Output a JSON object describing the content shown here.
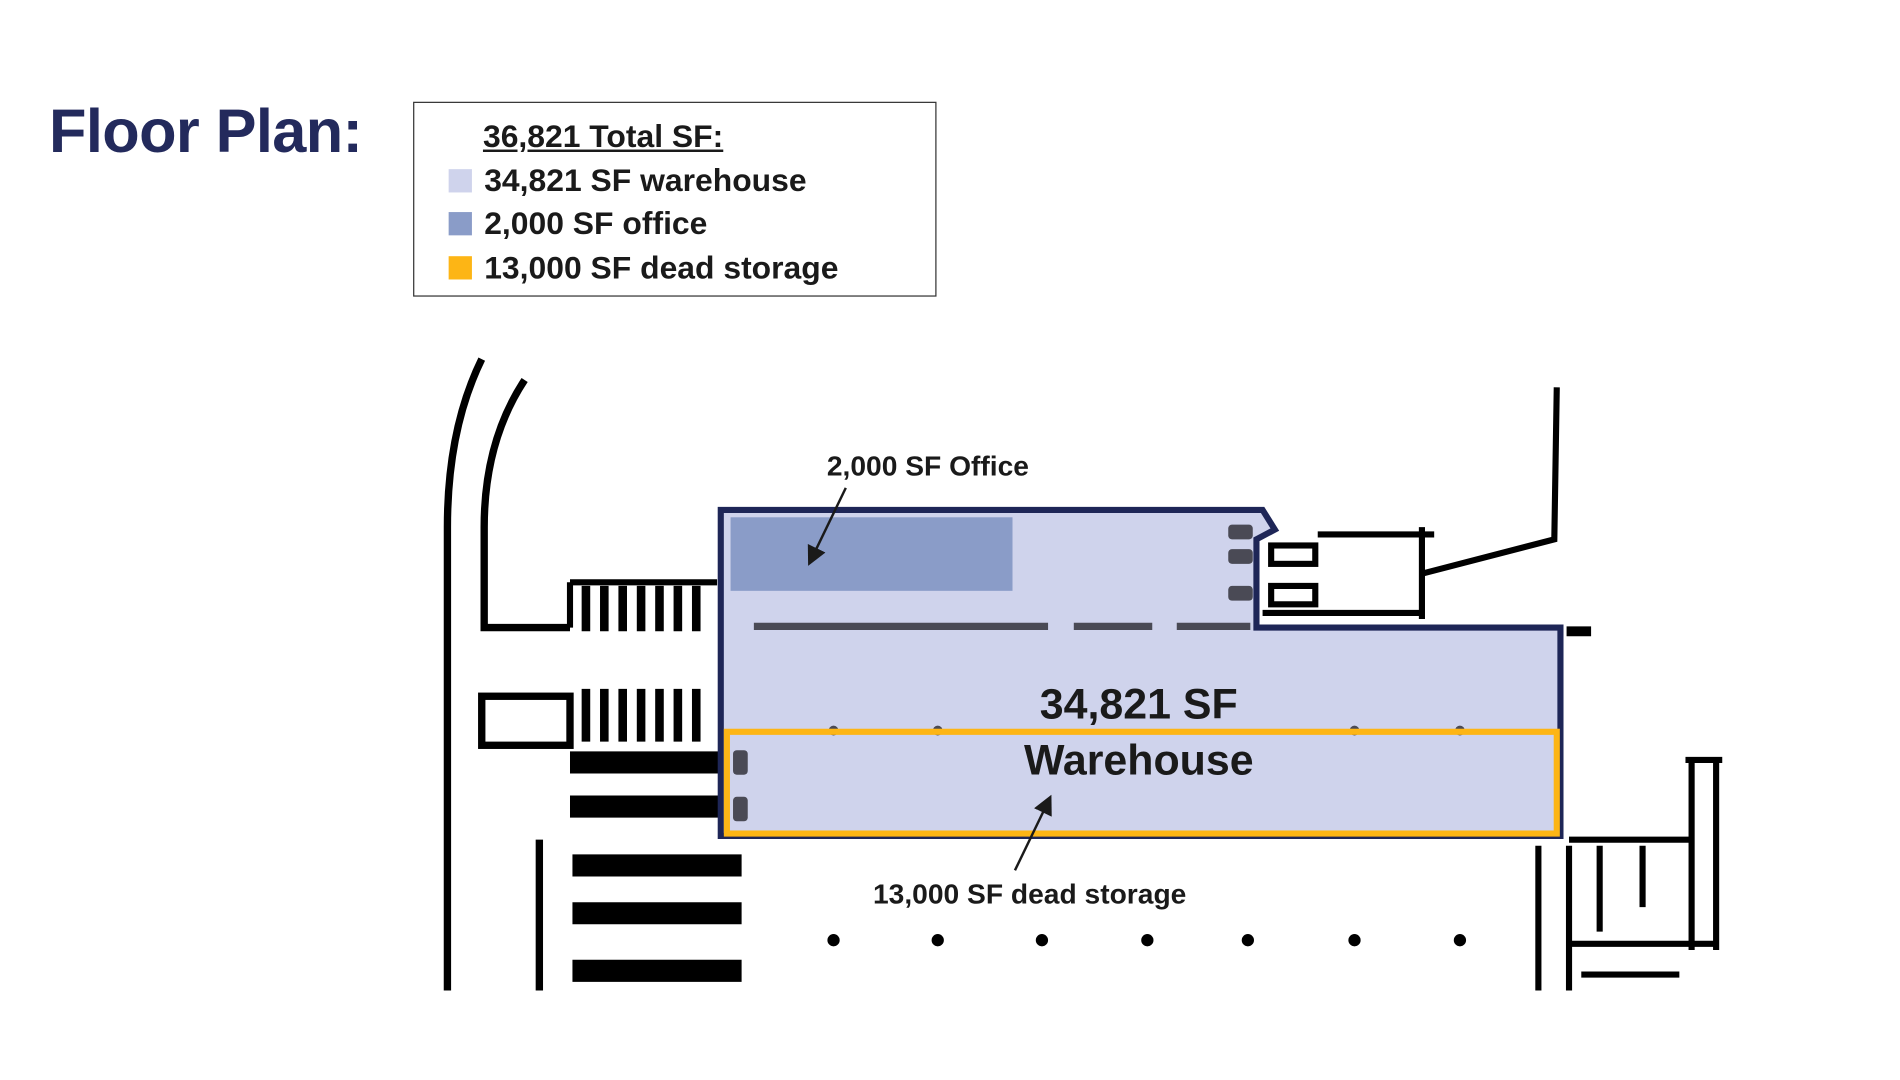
{
  "title": "Floor Plan:",
  "legend": {
    "heading": "36,821 Total SF:",
    "items": [
      {
        "label": "34,821 SF warehouse",
        "color": "#cfd3ec"
      },
      {
        "label": "2,000 SF office",
        "color": "#8a9cc8"
      },
      {
        "label": "13,000 SF dead storage",
        "color": "#fdb515"
      }
    ]
  },
  "plan": {
    "office_label": "2,000 SF Office",
    "warehouse_area": "34,821 SF",
    "warehouse_label": "Warehouse",
    "dead_storage_label": "13,000 SF dead storage",
    "outline_color": "#1e2657"
  }
}
